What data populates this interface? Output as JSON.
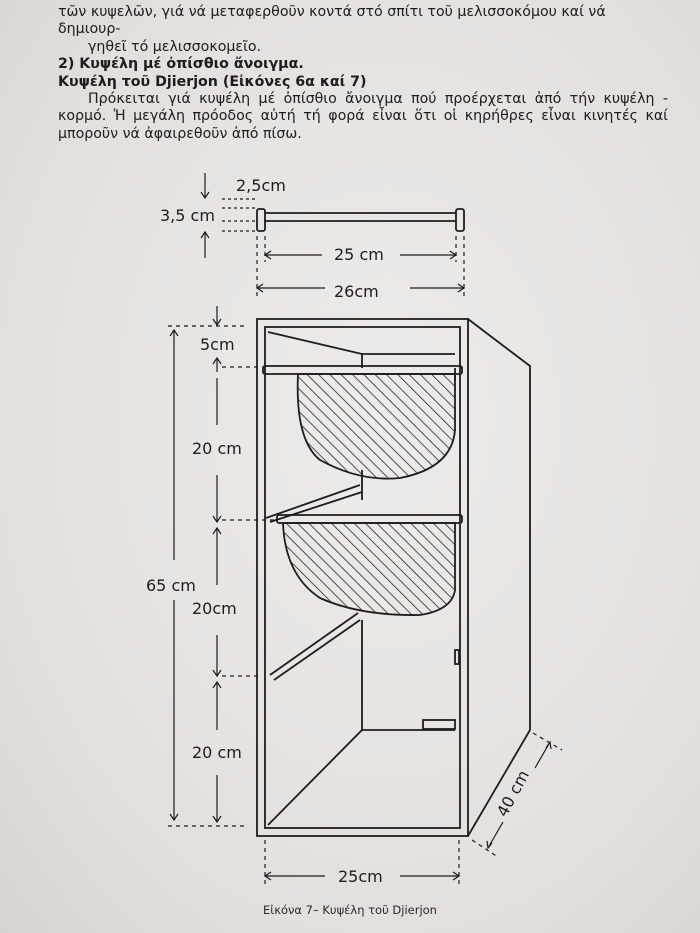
{
  "text": {
    "line1": "τῶν κυψελῶν, γιά νά μεταφερθοῦν κοντά στό σπίτι τοῦ μελισσοκόμου καί νά δημιουρ-",
    "line2": "γηθεῖ τό μελισσοκομεῖο.",
    "heading1": "2) Κυψέλη μέ ὀπίσθιο ἄνοιγμα.",
    "heading2": "Κυψέλη τοῦ Djierjon (Εἰκόνες 6α καί 7)",
    "paragraph": "Πρόκειται γιά κυψέλη μέ ὀπίσθιο ἄνοιγμα πού προέρχεται ἀπό τήν κυψέλη - κορμό. Ἡ μεγάλη πρόοδος αὐτή τή φορά εἶναι ὅτι οἱ κηρήθρες εἶναι κινητές καί μποροῦν νά ἀφαιρεθοῦν ἀπό πίσω."
  },
  "labels": {
    "bar_thickness": "2,5cm",
    "bar_height": "3,5 cm",
    "bar_inner": "25 cm",
    "bar_outer": "26cm",
    "top_space": "5cm",
    "frame1": "20 cm",
    "frame2": "20cm",
    "frame3": "20 cm",
    "total_height": "65 cm",
    "depth": "40 cm",
    "width": "25cm"
  },
  "caption": "Εἰκόνα 7– Κυψέλη τοῦ Djierjon"
}
